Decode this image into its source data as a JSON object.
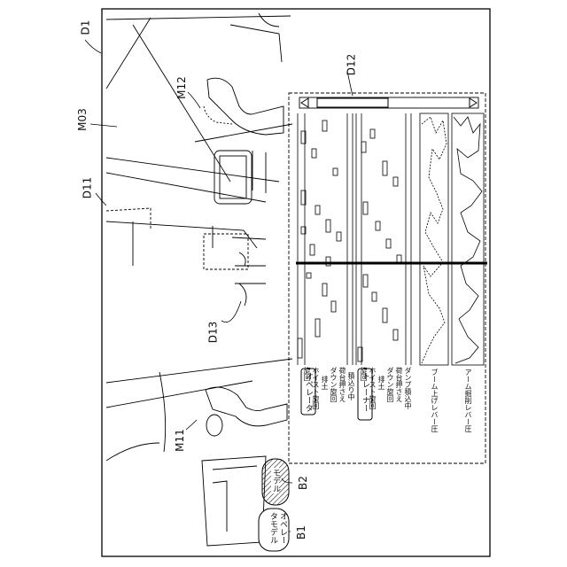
{
  "ref_labels": {
    "d1": "D1",
    "d12": "D12",
    "m12": "M12",
    "m03": "M03",
    "d11": "D11",
    "d13": "D13",
    "m11": "M11",
    "b2": "B2",
    "b1": "B1"
  },
  "panel": {
    "operator_button": "オペレータ",
    "trainer_button": "トレーナー",
    "operator_events": [
      "旋回",
      "ホイスト旋回",
      "排土",
      "ダウン旋回",
      "荷台押さえ",
      "積込り中"
    ],
    "trainer_events": [
      "旋回",
      "ホイスト旋回",
      "排土",
      "ダウン旋回",
      "荷台押さえ",
      "ダンプ積込中"
    ],
    "boom_raise_label": "ブーム上げレバー圧",
    "arm_dig_label": "アーム掘削レバー圧"
  },
  "buttons": {
    "model": "モデル",
    "operator_model": "オペレータモデル"
  }
}
